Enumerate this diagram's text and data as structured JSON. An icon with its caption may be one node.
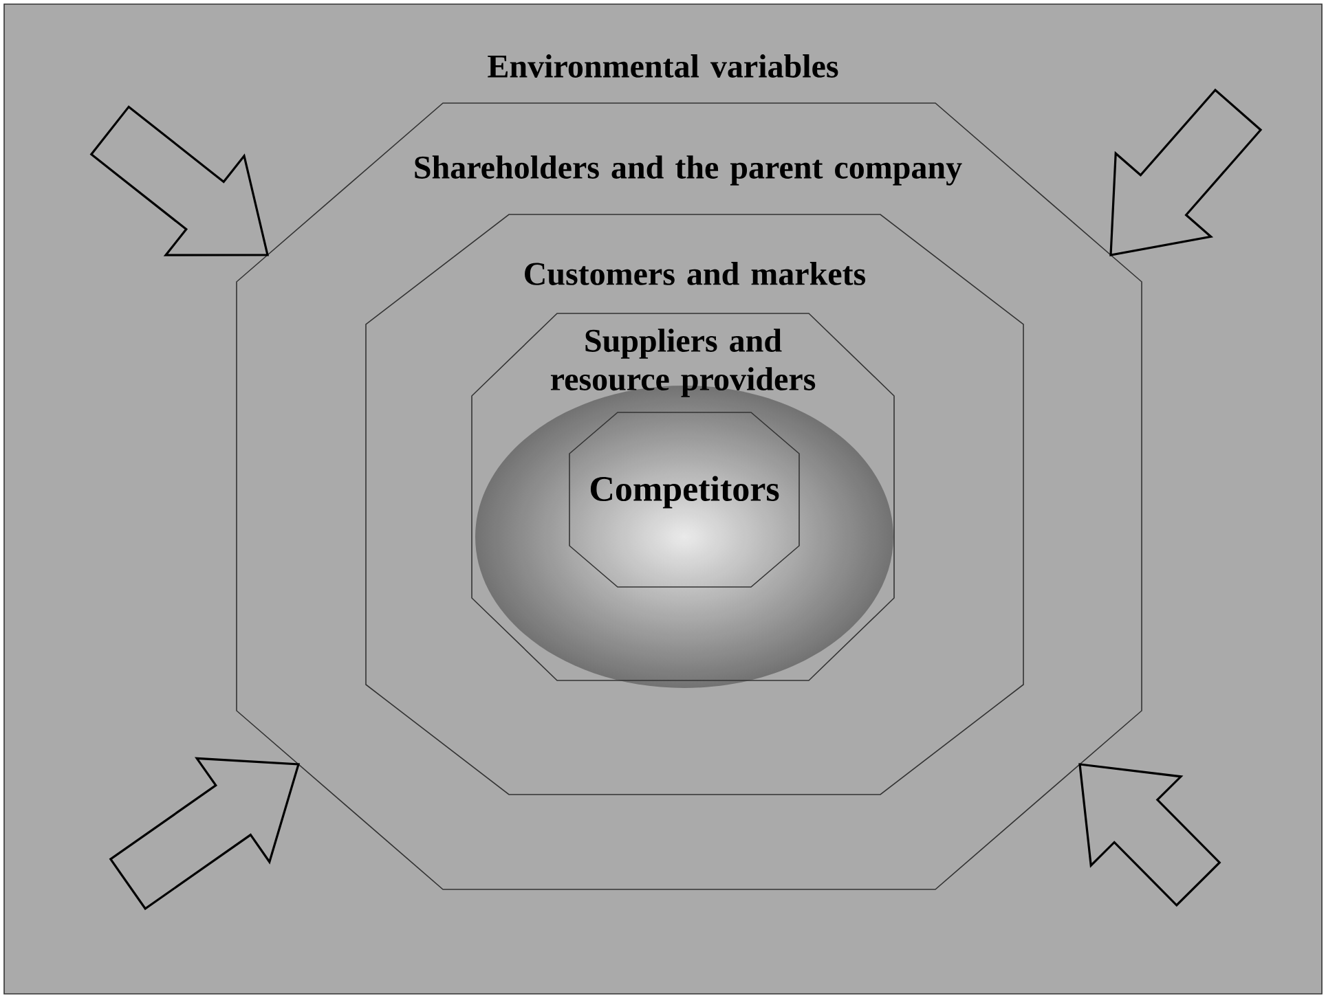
{
  "diagram": {
    "nodes": [
      {
        "text": [
          "Environmental variables"
        ]
      },
      {
        "text": [
          "Shareholders and the parent company"
        ],
        "in": 0
      },
      {
        "text": [
          "Customers and markets"
        ],
        "in": 1
      },
      {
        "text": [
          "Suppliers and resource providers"
        ],
        "in": 2
      },
      {
        "text": [
          "Competitors"
        ],
        "in": 3
      }
    ],
    "edges": [
      {
        "from": null,
        "to": 1,
        "arrow": "to"
      },
      {
        "from": null,
        "to": 1,
        "arrow": "to"
      },
      {
        "from": null,
        "to": 1,
        "arrow": "to"
      },
      {
        "from": null,
        "to": 1,
        "arrow": "to"
      }
    ]
  }
}
